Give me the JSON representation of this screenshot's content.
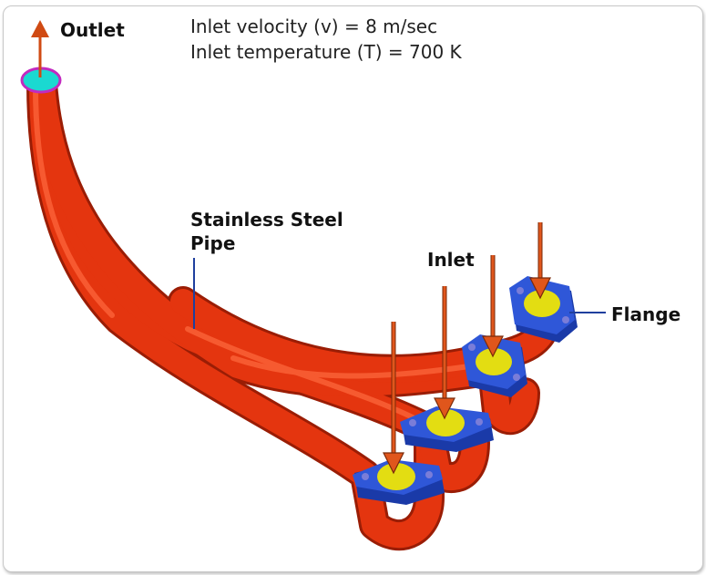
{
  "conditions": {
    "velocity": "Inlet velocity (v) = 8 m/sec",
    "temperature": "Inlet temperature (T) = 700 K"
  },
  "labels": {
    "outlet": "Outlet",
    "pipe_line1": "Stainless Steel",
    "pipe_line2": "Pipe",
    "inlet": "Inlet",
    "flange": "Flange"
  },
  "colors": {
    "pipe": "#e4350f",
    "flange": "#2f57d8",
    "inlet_face": "#e3dd12",
    "outlet_face": "#1ad9d1",
    "arrow": "#d04a13"
  }
}
